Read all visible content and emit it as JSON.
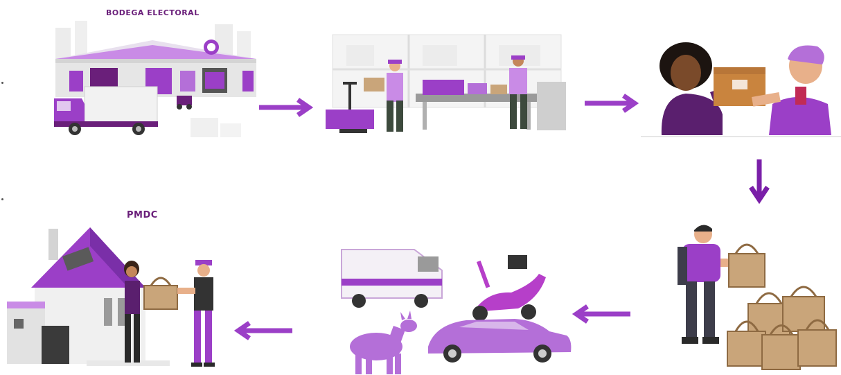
{
  "labels": {
    "warehouse": "BODEGA ELECTORAL",
    "destination": "PMDC"
  },
  "steps": [
    {
      "id": "warehouse",
      "icon": "warehouse-truck-illustration"
    },
    {
      "id": "packing",
      "icon": "warehouse-packing-workers-illustration"
    },
    {
      "id": "handover",
      "icon": "box-handover-illustration"
    },
    {
      "id": "loading",
      "icon": "worker-with-bags-illustration"
    },
    {
      "id": "transport",
      "icon": "transport-vehicles-illustration"
    },
    {
      "id": "delivery",
      "icon": "house-delivery-illustration"
    }
  ],
  "colors": {
    "accent": "#9b3fc7",
    "accent_dark": "#6a1f7a",
    "accent_light": "#c98be6",
    "box": "#c9a57a",
    "skin_dark": "#7a4a2a",
    "skin_light": "#e8b08a"
  }
}
